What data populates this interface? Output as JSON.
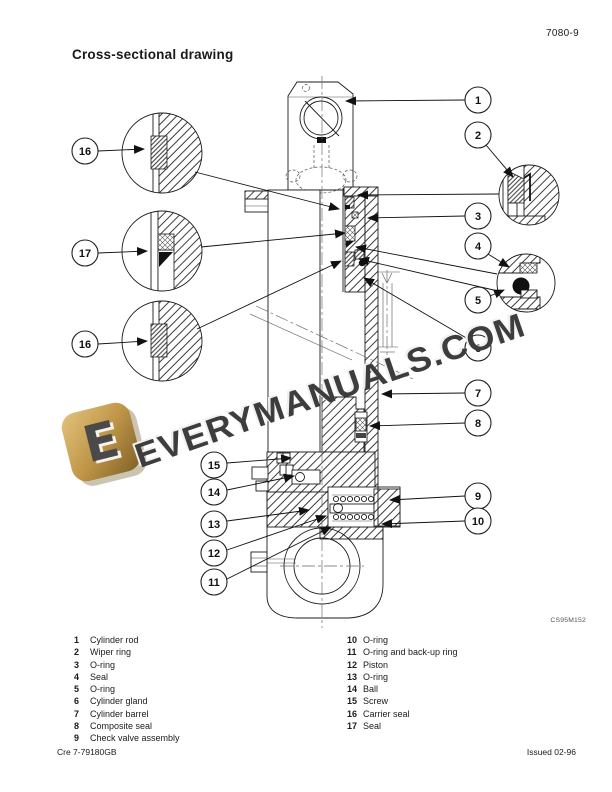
{
  "page": {
    "number": "7080-9",
    "title": "Cross-sectional drawing",
    "footer_left": "Cre  7-79180GB",
    "footer_right": "Issued 02-96"
  },
  "drawing": {
    "figure_code": "CS95M152",
    "callouts_right": [
      {
        "label": "1"
      },
      {
        "label": "2"
      },
      {
        "label": "3"
      },
      {
        "label": "4"
      },
      {
        "label": "5"
      },
      {
        "label": "6"
      },
      {
        "label": "7"
      },
      {
        "label": "8"
      },
      {
        "label": "9"
      },
      {
        "label": "10"
      }
    ],
    "callouts_left": [
      {
        "label": "15"
      },
      {
        "label": "14"
      },
      {
        "label": "13"
      },
      {
        "label": "12"
      },
      {
        "label": "11"
      }
    ],
    "callouts_detail": [
      {
        "label": "16"
      },
      {
        "label": "17"
      },
      {
        "label": "16"
      }
    ]
  },
  "watermark": {
    "text": "EVERYMANUALS.COM",
    "logo_letter": "E",
    "gold_color": "#c8a254",
    "text_color": "#3d3d3d"
  },
  "legend": {
    "left": [
      {
        "num": "1",
        "label": "Cylinder rod"
      },
      {
        "num": "2",
        "label": "Wiper ring"
      },
      {
        "num": "3",
        "label": "O-ring"
      },
      {
        "num": "4",
        "label": "Seal"
      },
      {
        "num": "5",
        "label": "O-ring"
      },
      {
        "num": "6",
        "label": "Cylinder gland"
      },
      {
        "num": "7",
        "label": "Cylinder barrel"
      },
      {
        "num": "8",
        "label": "Composite seal"
      },
      {
        "num": "9",
        "label": "Check valve assembly"
      }
    ],
    "right": [
      {
        "num": "10",
        "label": "O-ring"
      },
      {
        "num": "11",
        "label": "O-ring and back-up ring"
      },
      {
        "num": "12",
        "label": "Piston"
      },
      {
        "num": "13",
        "label": "O-ring"
      },
      {
        "num": "14",
        "label": "Ball"
      },
      {
        "num": "15",
        "label": "Screw"
      },
      {
        "num": "16",
        "label": "Carrier seal"
      },
      {
        "num": "17",
        "label": "Seal"
      }
    ]
  }
}
